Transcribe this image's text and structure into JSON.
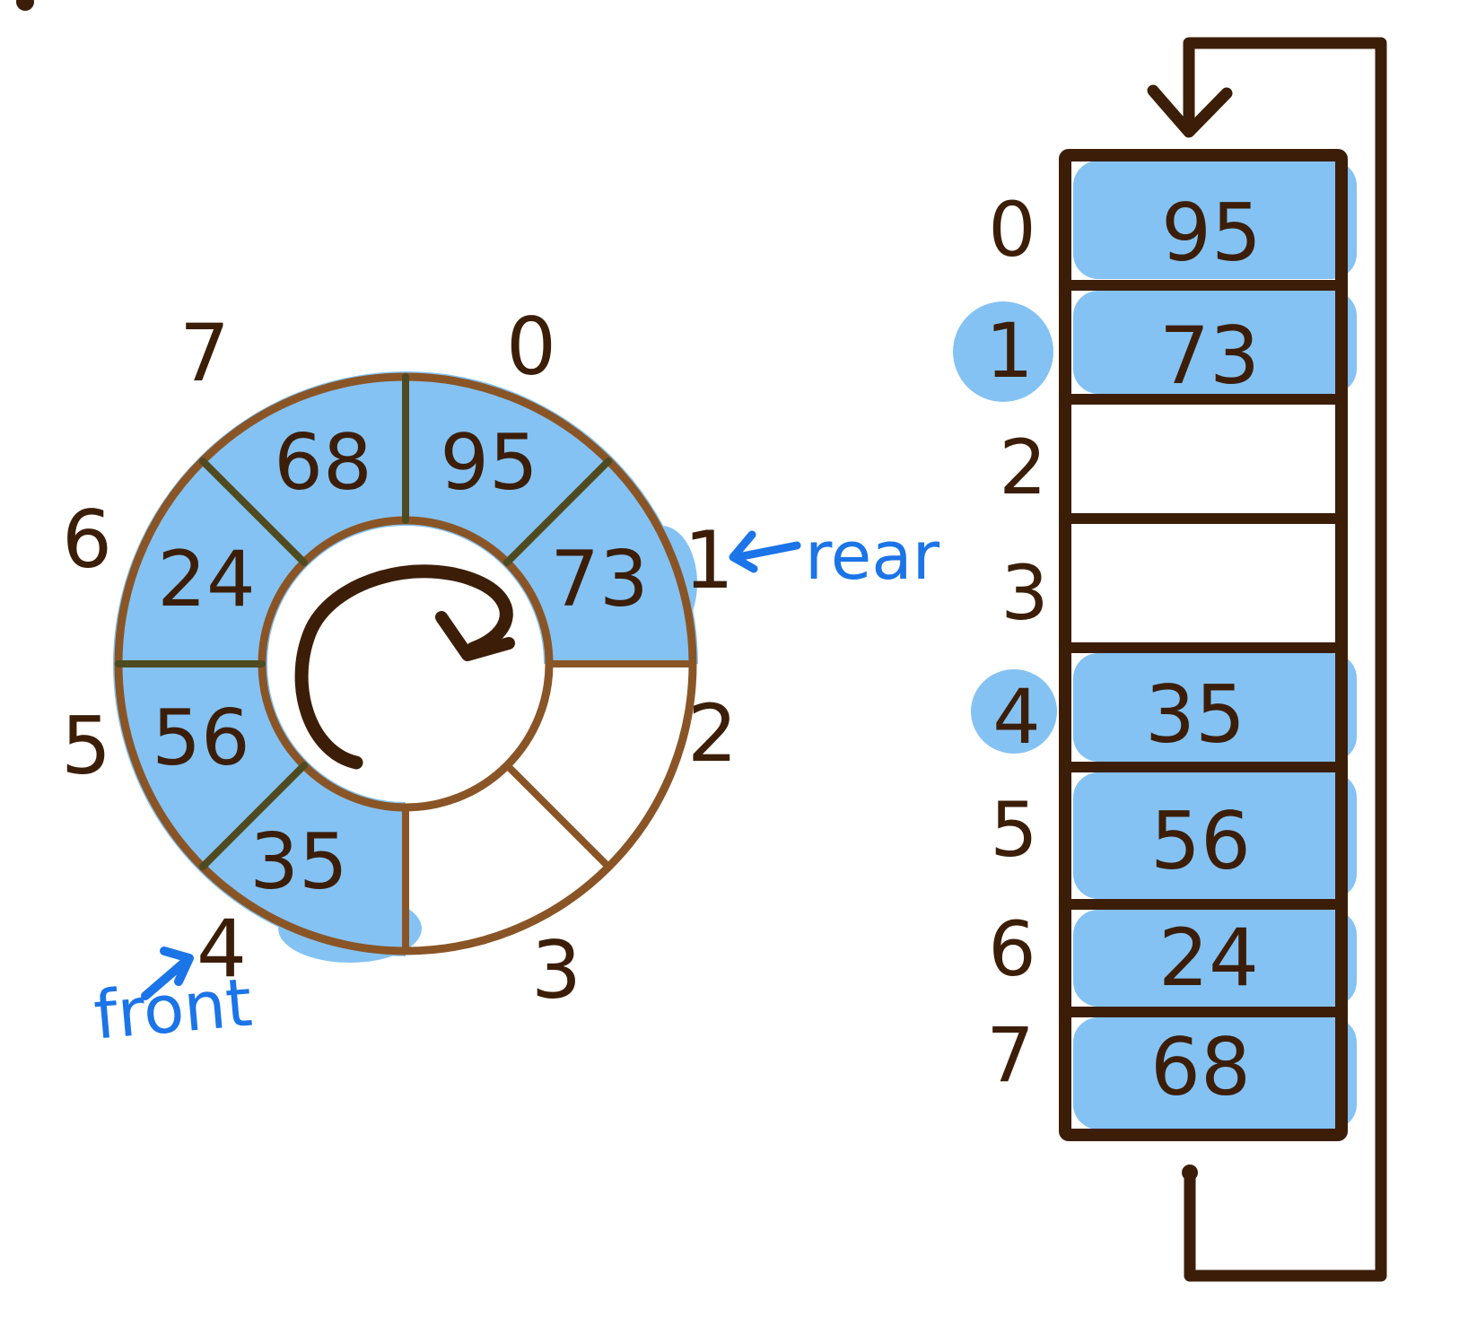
{
  "diagram_type": "circular-queue",
  "colors": {
    "ink": "#3c1e08",
    "ring_brown": "#8a5526",
    "spoke_on_highlight": "#4f4a20",
    "highlight_blue": "#84c2f3",
    "annotation_blue": "#1b74e8",
    "background": "#ffffff"
  },
  "circular_queue": {
    "capacity": 8,
    "slots": [
      {
        "index": "0",
        "value": "95",
        "filled": true
      },
      {
        "index": "1",
        "value": "73",
        "filled": true
      },
      {
        "index": "2",
        "value": "",
        "filled": false
      },
      {
        "index": "3",
        "value": "",
        "filled": false
      },
      {
        "index": "4",
        "value": "35",
        "filled": true
      },
      {
        "index": "5",
        "value": "56",
        "filled": true
      },
      {
        "index": "6",
        "value": "24",
        "filled": true
      },
      {
        "index": "7",
        "value": "68",
        "filled": true
      }
    ],
    "rear": {
      "label": "rear",
      "points_to_index": "1"
    },
    "front": {
      "label": "front",
      "points_to_index": "4"
    },
    "rotation_direction": "clockwise"
  },
  "array_view": {
    "cells": [
      {
        "index": "0",
        "value": "95",
        "filled": true,
        "index_highlighted": false
      },
      {
        "index": "1",
        "value": "73",
        "filled": true,
        "index_highlighted": true
      },
      {
        "index": "2",
        "value": "",
        "filled": false,
        "index_highlighted": false
      },
      {
        "index": "3",
        "value": "",
        "filled": false,
        "index_highlighted": false
      },
      {
        "index": "4",
        "value": "35",
        "filled": true,
        "index_highlighted": true
      },
      {
        "index": "5",
        "value": "56",
        "filled": true,
        "index_highlighted": false
      },
      {
        "index": "6",
        "value": "24",
        "filled": true,
        "index_highlighted": false
      },
      {
        "index": "7",
        "value": "68",
        "filled": true,
        "index_highlighted": false
      }
    ],
    "wraparound": "bottom of array loops back to top"
  }
}
